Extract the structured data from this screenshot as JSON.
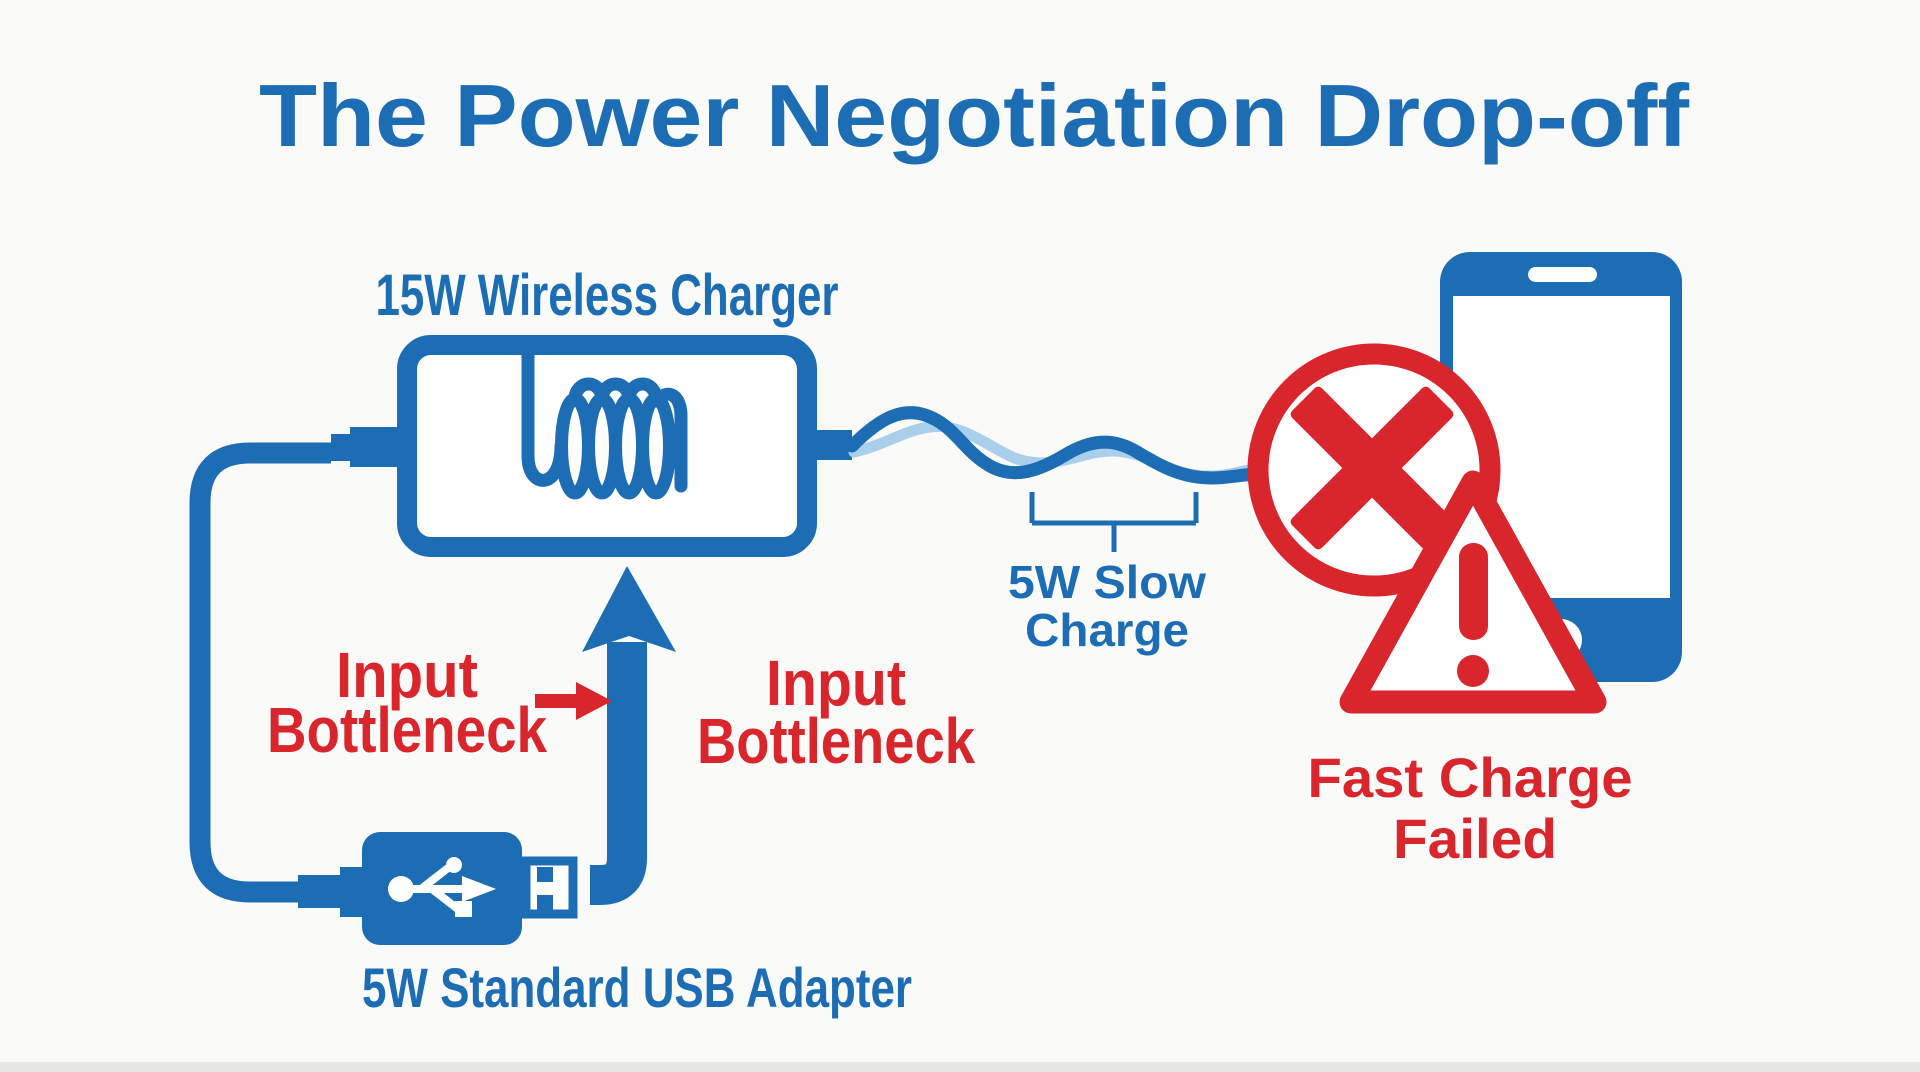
{
  "colors": {
    "blue": "#1d6db4",
    "light_blue": "#a9cfea",
    "red": "#d8262c",
    "background": "#fafaf8"
  },
  "title": "The Power Negotiation Drop-off",
  "diagram": {
    "charger": {
      "label": "15W Wireless Charger"
    },
    "adapter": {
      "label": "5W Standard USB Adapter"
    },
    "connection": {
      "line1": "5W Slow",
      "line2": "Charge"
    },
    "bottleneck_left": {
      "line1": "Input",
      "line2": "Bottleneck"
    },
    "bottleneck_right": {
      "line1": "Input",
      "line2": "Bottleneck"
    },
    "failure": {
      "line1": "Fast Charge",
      "line2": "Failed"
    }
  }
}
